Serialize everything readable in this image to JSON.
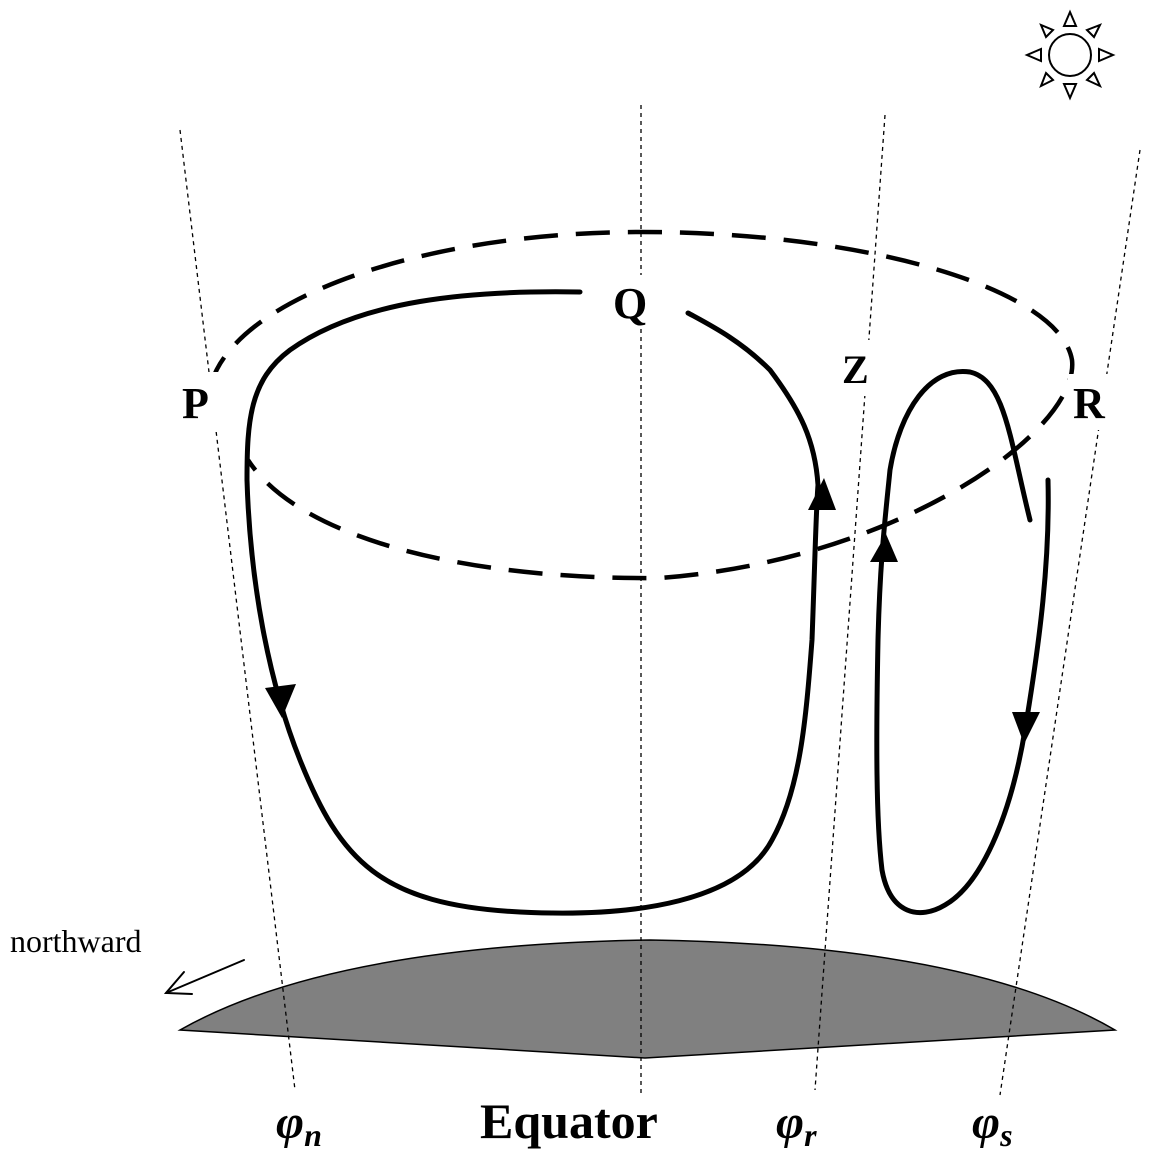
{
  "labels": {
    "p": "P",
    "q": "Q",
    "z": "Z",
    "r": "R",
    "phi_n_symbol": "φ",
    "phi_n_sub": "n",
    "equator": "Equator",
    "phi_r_symbol": "φ",
    "phi_r_sub": "r",
    "phi_s_symbol": "φ",
    "phi_s_sub": "s",
    "northward": "northward"
  },
  "icons": {
    "sun": "sun-icon",
    "northward_arrow": "arrow-icon"
  },
  "colors": {
    "earth_surface": "#808080",
    "ink": "#000000",
    "background": "#ffffff"
  }
}
